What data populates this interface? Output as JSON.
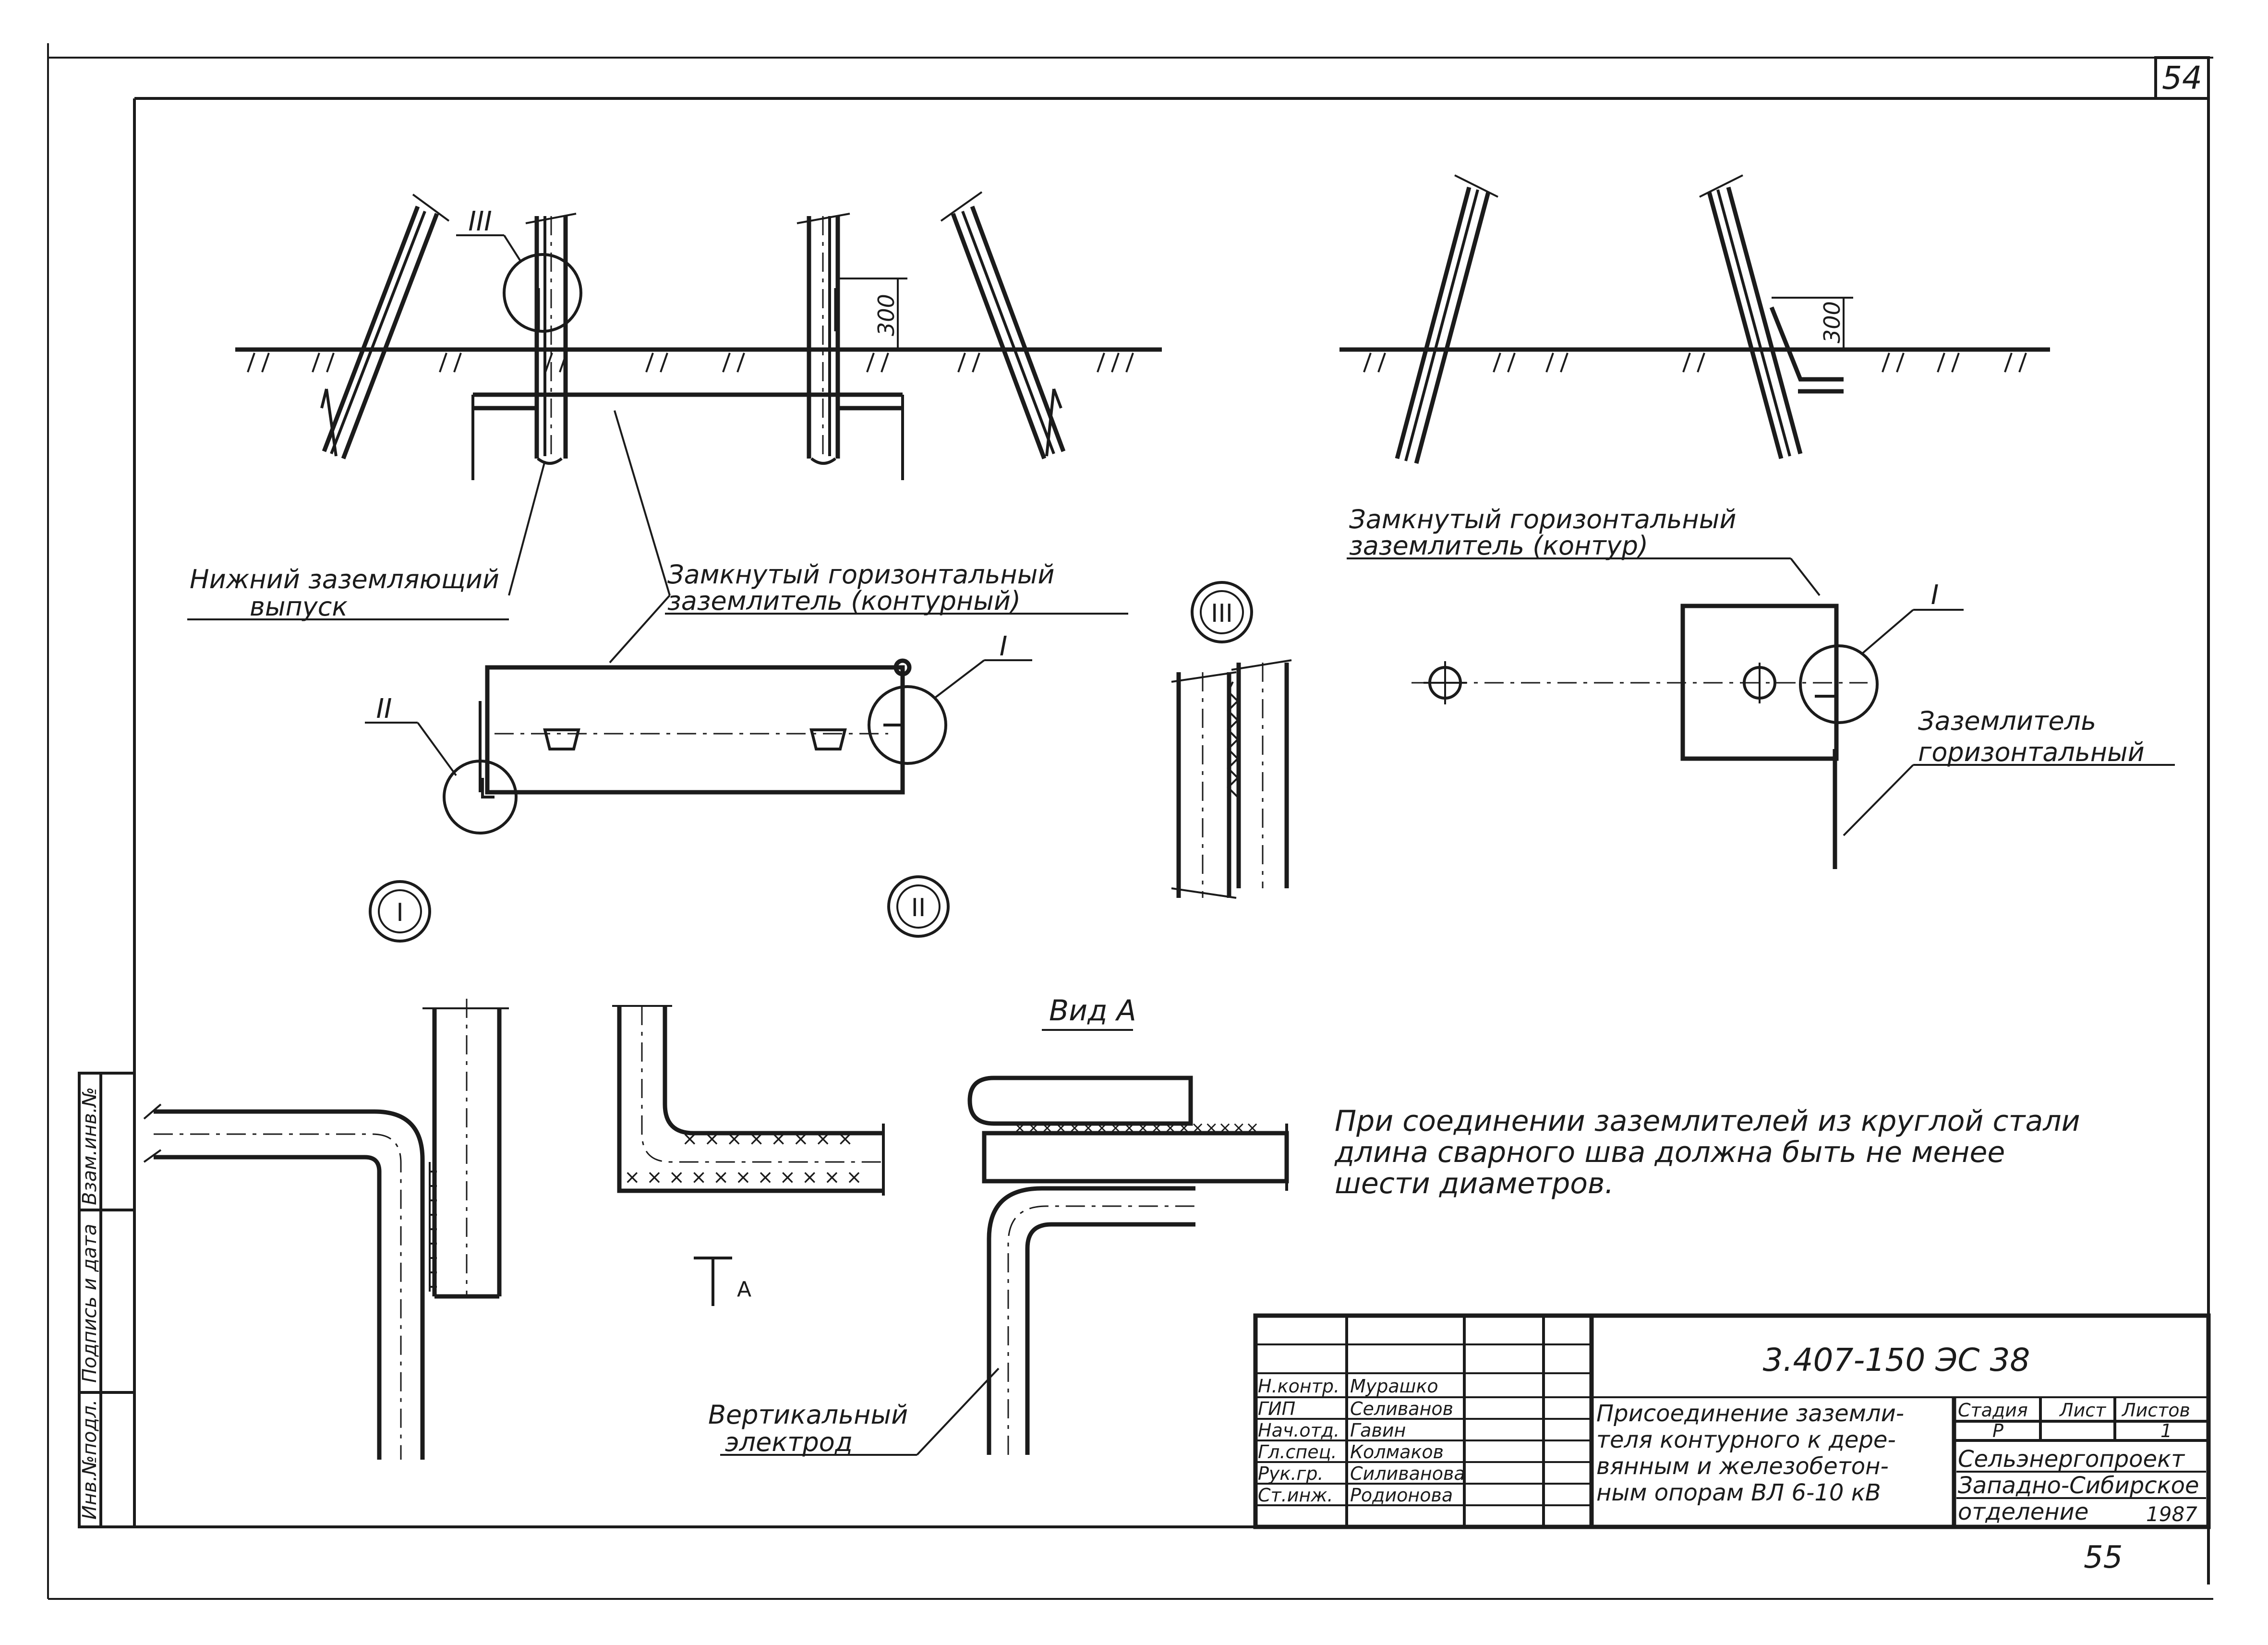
{
  "sheet": {
    "number": "54",
    "bottom_number": "55"
  },
  "left_drawing": {
    "dim_300": "300",
    "callout_III": "III",
    "lower_outlet_label": "Нижний заземляющий\nвыпуск",
    "contour_label": "Замкнутый горизонтальный\nзаземлитель (контурный)",
    "callout_I": "I",
    "callout_II": "II"
  },
  "right_drawing": {
    "dim_300": "300",
    "contour_label": "Замкнутый горизонтальный\nзаземлитель (контур)",
    "callout_I": "I",
    "horizontal_label": "Заземлитель\nгоризонтальный"
  },
  "details": {
    "node_I": "I",
    "node_II": "II",
    "node_III": "III",
    "view_title": "Вид А",
    "section_mark": "А",
    "vertical_electrode_label": "Вертикальный\nэлектрод"
  },
  "note": "При соединении заземлителей из круглой стали\nдлина сварного шва должна быть не менее\nшести диаметров.",
  "left_stamp": [
    "Инв.№подл.",
    "Подпись и дата",
    "Взам.инв.№"
  ],
  "title_block": {
    "code": "3.407-150 ЭС 38",
    "rows": [
      {
        "role": "Н.контр.",
        "name": "Мурашко"
      },
      {
        "role": "ГИП",
        "name": "Селиванов"
      },
      {
        "role": "Нач.отд.",
        "name": "Гавин"
      },
      {
        "role": "Гл.спец.",
        "name": "Колмаков"
      },
      {
        "role": "Рук.гр.",
        "name": "Силиванова"
      },
      {
        "role": "Ст.инж.",
        "name": "Родионова"
      }
    ],
    "title": "Присоединение заземли-\nтеля контурного к дере-\nвянным и железобетон-\nным опорам ВЛ 6-10 кВ",
    "stage_header": "Стадия",
    "sheet_header": "Лист",
    "sheets_header": "Листов",
    "stage_value": "Р",
    "sheets_value": "1",
    "org": "Сельэнергопроект\nЗападно-Сибирское\nотделение",
    "year": "1987"
  }
}
